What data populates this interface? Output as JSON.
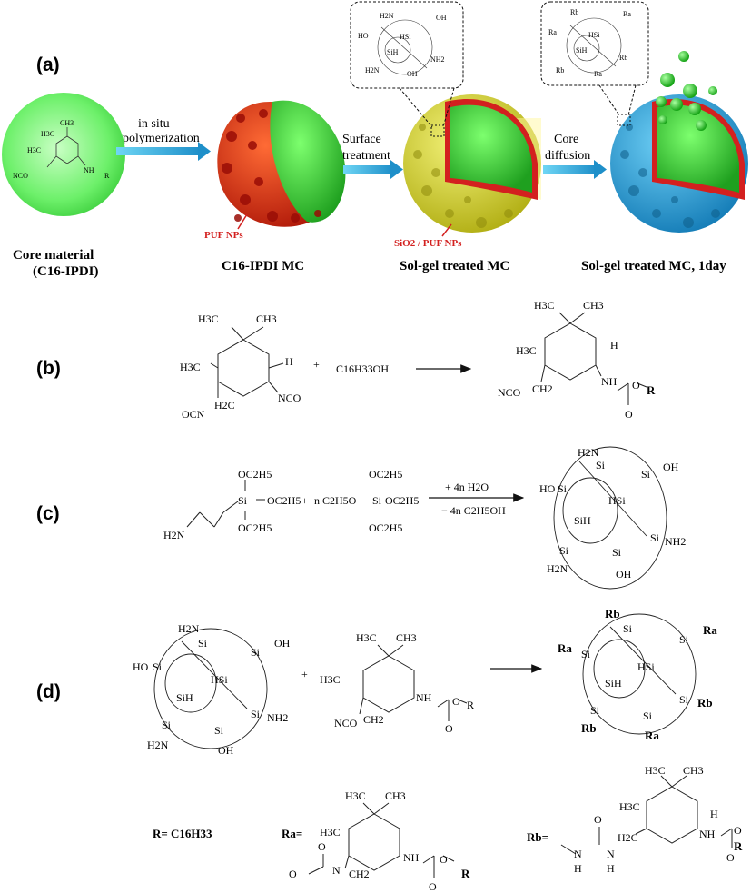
{
  "panels": {
    "a": "(a)",
    "b": "(b)",
    "c": "(c)",
    "d": "(d)"
  },
  "scheme_a": {
    "arrow1": [
      "in situ",
      "polymerization"
    ],
    "arrow2": [
      "Surface",
      "treatment"
    ],
    "arrow3": [
      "Core",
      "diffusion"
    ],
    "captions": {
      "core_line1": "Core material",
      "core_line2": "(C16-IPDI)",
      "mc": "C16-IPDI MC",
      "solgel": "Sol-gel treated MC",
      "solgel_1day": "Sol-gel treated MC, 1day"
    },
    "red_labels": {
      "puf": "PUF NPs",
      "sio2": "SiO2 / PUF NPs"
    }
  },
  "scheme_b": {
    "plus": "+",
    "reagent": "C16H33OH"
  },
  "scheme_c": {
    "plus": "+",
    "above_arrow": "+ 4n H2O",
    "below_arrow": "− 4n C2H5OH"
  },
  "scheme_d": {
    "plus": "+"
  },
  "r_groups": {
    "r": "R= C16H33",
    "ra": "Ra=",
    "rb": "Rb="
  },
  "chem_labels": {
    "h3c": "H3C",
    "ch3": "CH3",
    "h": "H",
    "nco": "NCO",
    "oc_n": "OCN",
    "ch2": "CH2",
    "nh": "NH",
    "o": "O",
    "r": "R",
    "si": "Si",
    "sih": "SiH",
    "hsi": "HSi",
    "oh": "OH",
    "ho": "HO",
    "nh2": "NH2",
    "h2n": "H2N",
    "ra": "Ra",
    "rb": "Rb",
    "oc2h5": "OC2H5",
    "nc2h5o": "n C2H5O",
    "n": "N",
    "h2c": "H2C"
  }
}
